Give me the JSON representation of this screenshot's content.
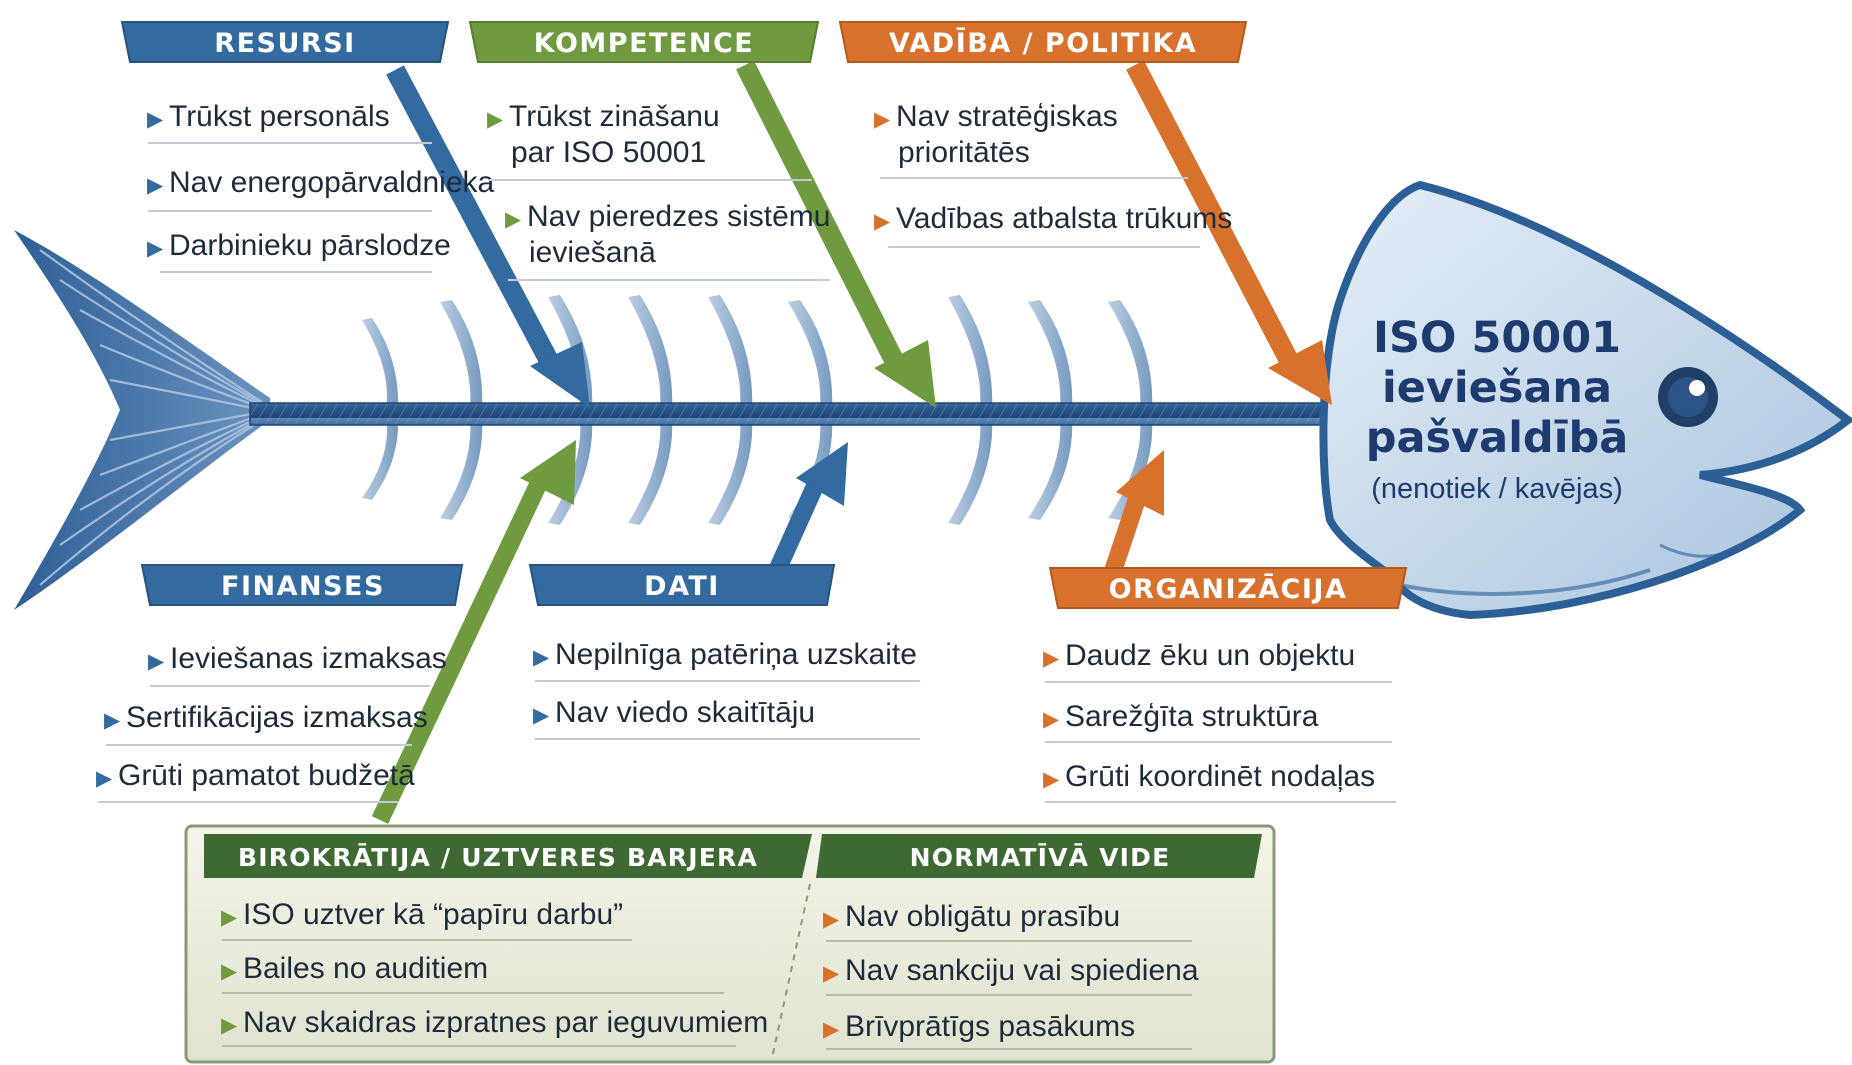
{
  "head": {
    "title_line1": "ISO 50001",
    "title_line2": "ieviešana",
    "title_line3": "pašvaldībā",
    "subtitle": "(nenotiek / kavējas)"
  },
  "colors": {
    "blue": "#336a9f",
    "green": "#6f9a3f",
    "orange": "#d8712b",
    "dark_green": "#3f6933",
    "spine": "#2f5f93",
    "head_fill": "#cfe0ef",
    "box_fill": "#eef0e2"
  },
  "categories": {
    "resursi": {
      "label": "RESURSI",
      "items": [
        "Trūkst personāls",
        "Nav energopārvaldnieka",
        "Darbinieku pārslodze"
      ]
    },
    "kompetence": {
      "label": "KOMPETENCE",
      "item1_line1": "Trūkst zināšanu",
      "item1_line2": "par ISO 50001",
      "item2_line1": "Nav pieredzes sistēmu",
      "item2_line2": "ieviešanā"
    },
    "vadiba": {
      "label": "VADĪBA / POLITIKA",
      "item1_line1": "Nav stratēģiskas",
      "item1_line2": "prioritātēs",
      "item2": "Vadības atbalsta trūkums"
    },
    "finanses": {
      "label": "FINANSES",
      "items": [
        "Ieviešanas izmaksas",
        "Sertifikācijas izmaksas",
        "Grūti pamatot budžetā"
      ]
    },
    "dati": {
      "label": "DATI",
      "items": [
        "Nepilnīga patēriņa uzskaite",
        "Nav viedo skaitītāju"
      ]
    },
    "organizacija": {
      "label": "ORGANIZĀCIJA",
      "items": [
        "Daudz ēku un objektu",
        "Sarežģīta struktūra",
        "Grūti koordinēt nodaļas"
      ]
    }
  },
  "bottom_box": {
    "birokratija": {
      "label": "BIROKRĀTIJA / UZTVERES BARJERA",
      "items": [
        "ISO uztver kā “papīru darbu”",
        "Bailes no auditiem",
        "Nav skaidras izpratnes par ieguvumiem"
      ]
    },
    "normativa": {
      "label": "NORMATĪVĀ VIDE",
      "items": [
        "Nav obligātu prasību",
        "Nav sankciju vai spiediena",
        "Brīvprātīgs pasākums"
      ]
    }
  }
}
